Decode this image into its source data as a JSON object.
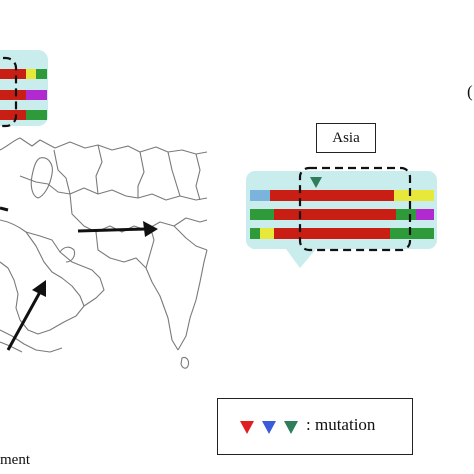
{
  "regions": {
    "asia": "Asia"
  },
  "legend": {
    "text": ": mutation",
    "colors": [
      "#e02020",
      "#3b5bd9",
      "#2e7d5b"
    ]
  },
  "fragments": {
    "top_right_paren": "(",
    "bottom_left": "ment"
  },
  "colors": {
    "bubble": "#c9ecec",
    "red": "#c81e14",
    "green": "#2f9a3a",
    "yellow": "#e8e83a",
    "magenta": "#b02ad0",
    "lightblue": "#7ab4dc",
    "mutation_marker": "#2e7d5b"
  }
}
